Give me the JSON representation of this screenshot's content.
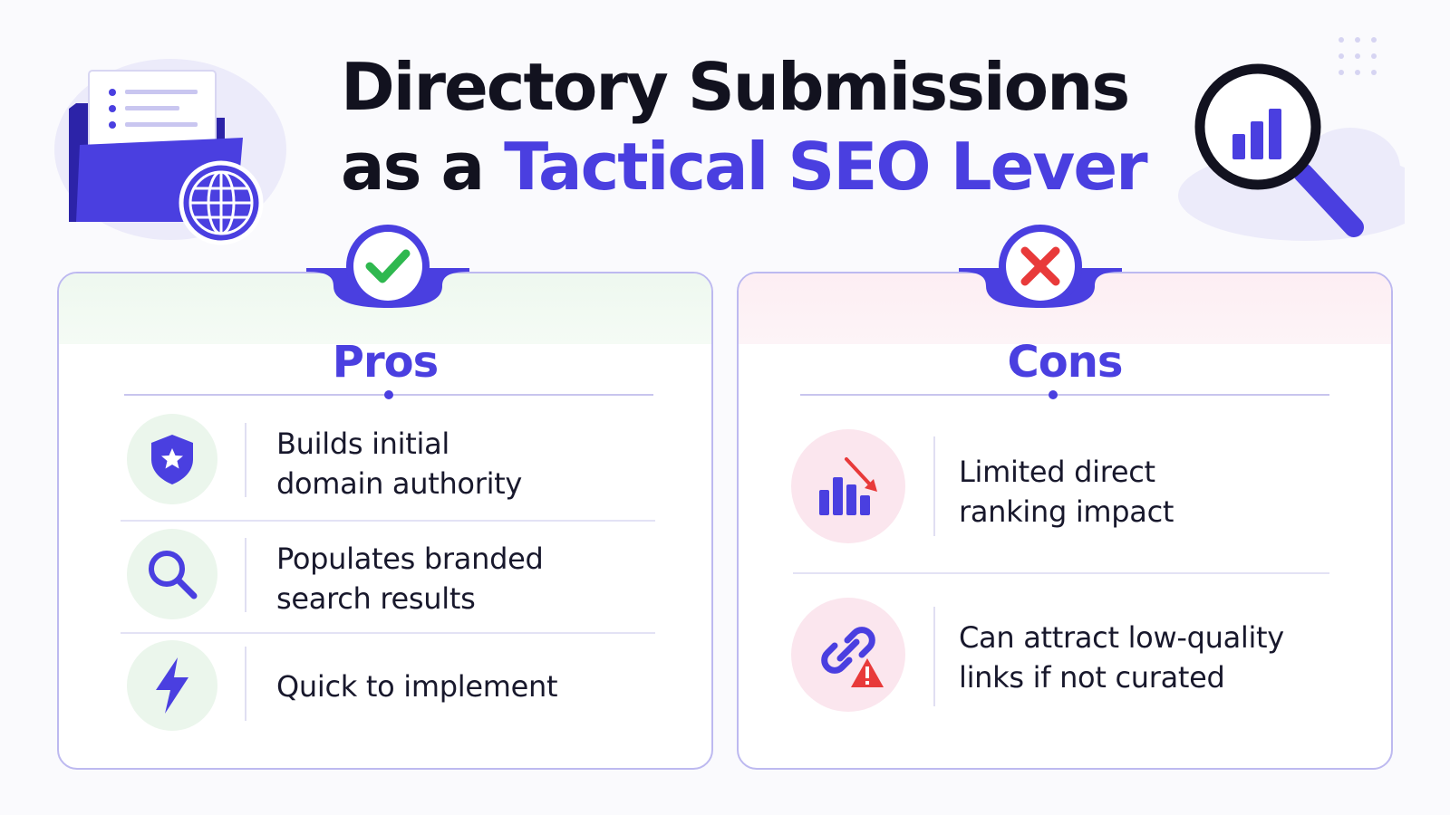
{
  "title": {
    "line1": "Directory Submissions",
    "line2_prefix": "as a ",
    "line2_accent": "Tactical SEO Lever"
  },
  "colors": {
    "accent": "#4a3fe0",
    "check": "#2fb84f",
    "cross": "#e83a3a",
    "warning": "#e83a3a"
  },
  "pros": {
    "heading": "Pros",
    "badge_icon": "check-icon",
    "items": [
      {
        "icon": "shield-star-icon",
        "text_line1": "Builds initial",
        "text_line2": "domain authority"
      },
      {
        "icon": "search-icon",
        "text_line1": "Populates branded",
        "text_line2": "search results"
      },
      {
        "icon": "lightning-icon",
        "text_line1": "Quick to implement",
        "text_line2": ""
      }
    ]
  },
  "cons": {
    "heading": "Cons",
    "badge_icon": "cross-icon",
    "items": [
      {
        "icon": "declining-bar-chart-icon",
        "text_line1": "Limited direct",
        "text_line2": "ranking impact"
      },
      {
        "icon": "broken-link-warning-icon",
        "text_line1": "Can attract low-quality",
        "text_line2": "links if not curated"
      }
    ]
  }
}
